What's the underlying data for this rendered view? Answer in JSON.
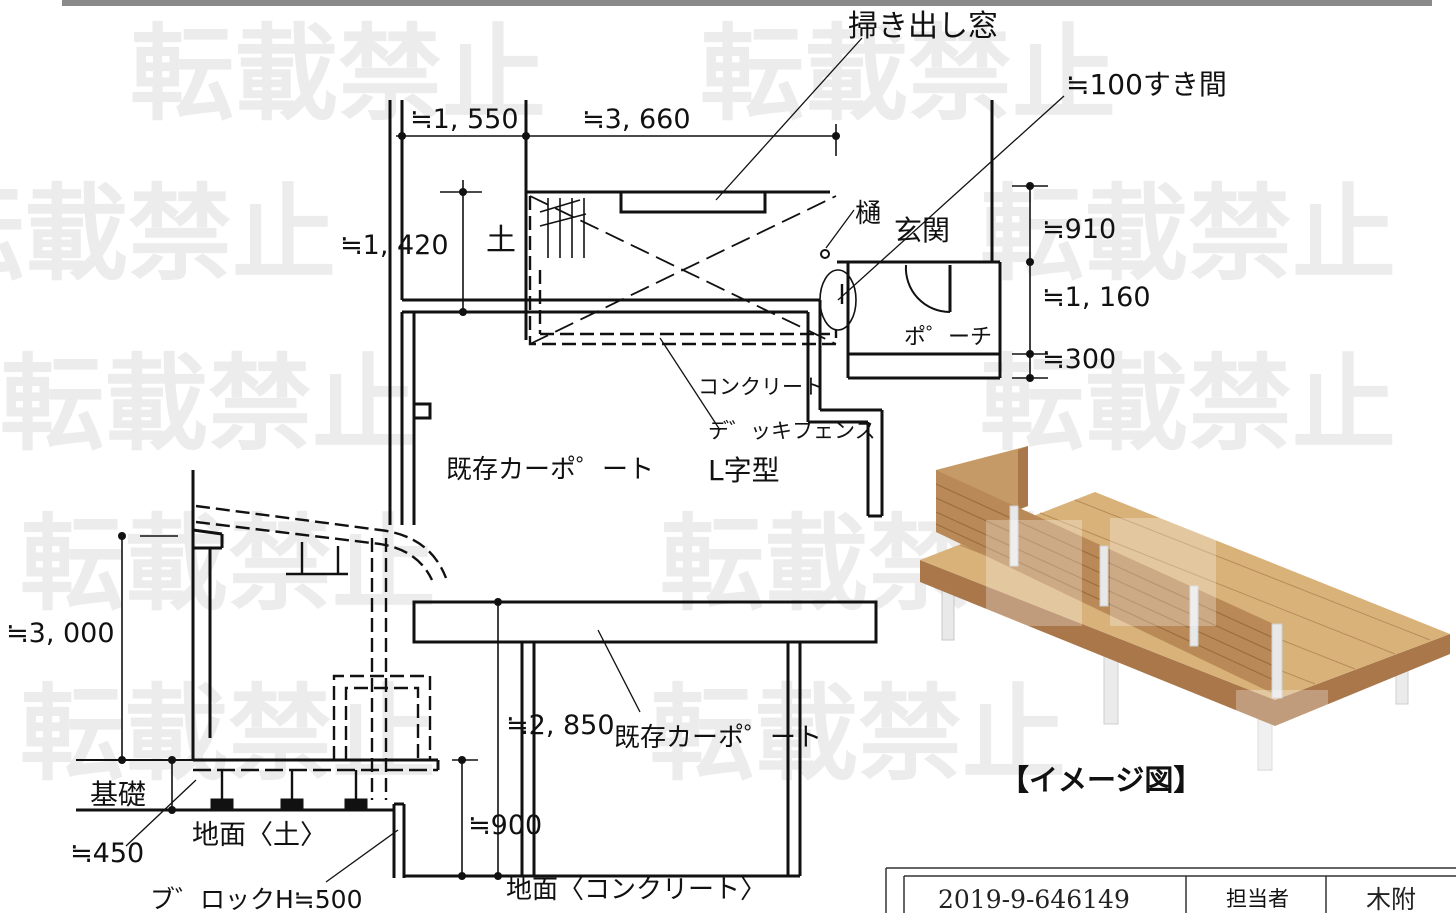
{
  "plan": {
    "sweep_window": "掃き出し窓",
    "gap": "≒100すき間",
    "dim_1550": "≒1, 550",
    "dim_3660": "≒3, 660",
    "dim_1420": "≒1, 420",
    "soil": "土",
    "gutter": "樋",
    "entrance": "玄関",
    "dim_910": "≒910",
    "dim_1160": "≒1, 160",
    "porch": "ポ゜ーチ",
    "dim_300": "≒300",
    "concrete": "コンクリート",
    "deck_fence": "デ゛ッキフェンス",
    "existing_carport": "既存カーポ゜ート",
    "l_shape": "L字型"
  },
  "section": {
    "dim_3000": "≒3, 000",
    "foundation": "基礎",
    "dim_450": "≒450",
    "ground_soil": "地面〈土〉",
    "block_height": "ブ゛ロックH≒500",
    "dim_2850": "≒2, 850",
    "existing_carport": "既存カーポ゜ート",
    "dim_900": "≒900",
    "ground_concrete": "地面〈コンクリート〉"
  },
  "image_caption": "【イメージ図】",
  "footer": {
    "doc_number": "2019-9-646149",
    "person_label": "担当者",
    "person_name": "木附"
  },
  "watermark": "転載禁止",
  "colors": {
    "line": "#111111",
    "wood_light": "#d9b27a",
    "wood_dark": "#a9774a",
    "post": "#e9e9e9"
  }
}
